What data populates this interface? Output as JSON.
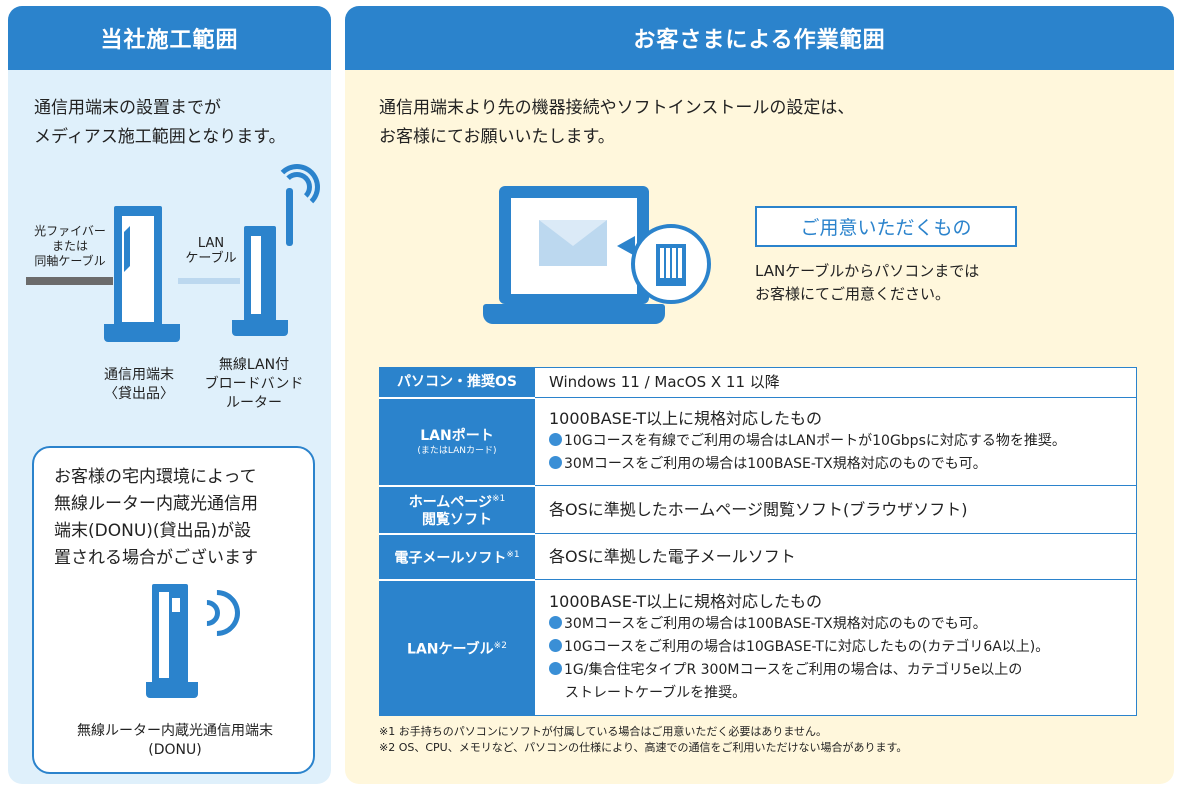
{
  "left": {
    "title": "当社施工範囲",
    "intro": [
      "通信用端末の設置までが",
      "メディアス施工範囲となります。"
    ],
    "cable_label": [
      "光ファイバー",
      "または",
      "同軸ケーブル"
    ],
    "lan_label": [
      "LAN",
      "ケーブル"
    ],
    "terminal_label": [
      "通信用端末",
      "〈貸出品〉"
    ],
    "router_label": [
      "無線LAN付",
      "ブロードバンド",
      "ルーター"
    ],
    "callout_text": [
      "お客様の宅内環境によって",
      "無線ルーター内蔵光通信用",
      "端末(DONU)(貸出品)が設",
      "置される場合がございます"
    ],
    "donu_label": [
      "無線ルーター内蔵光通信用端末",
      "(DONU)"
    ]
  },
  "right": {
    "title": "お客さまによる作業範囲",
    "intro": [
      "通信用端末より先の機器接続やソフトインストールの設定は、",
      "お客様にてお願いいたします。"
    ],
    "prep_title": "ご用意いただくもの",
    "prep_text": [
      "LANケーブルからパソコンまでは",
      "お客様にてご用意ください。"
    ],
    "table": {
      "r1": {
        "head": "パソコン・推奨OS",
        "value": "Windows 11 / MacOS X 11 以降"
      },
      "r2": {
        "head": "LANポート",
        "sub": "(またはLANカード)",
        "main": "1000BASE-T以上に規格対応したもの",
        "b1": "10Gコースを有線でご利用の場合はLANポートが10Gbpsに対応する物を推奨。",
        "b2": "30Mコースをご利用の場合は100BASE-TX規格対応のものでも可。"
      },
      "r3": {
        "head1": "ホームページ",
        "sup": "※1",
        "head2": "閲覧ソフト",
        "value": "各OSに準拠したホームページ閲覧ソフト(ブラウザソフト)"
      },
      "r4": {
        "head": "電子メールソフト",
        "sup": "※1",
        "value": "各OSに準拠した電子メールソフト"
      },
      "r5": {
        "head": "LANケーブル",
        "sup": "※2",
        "main": "1000BASE-T以上に規格対応したもの",
        "b1": "30Mコースをご利用の場合は100BASE-TX規格対応のものでも可。",
        "b2": "10Gコースをご利用の場合は10GBASE-Tに対応したもの(カテゴリ6A以上)。",
        "b3": "1G/集合住宅タイプR 300Mコースをご利用の場合は、カテゴリ5e以上の",
        "b3b": "ストレートケーブルを推奨。"
      }
    },
    "notes": [
      "※1 お手持ちのパソコンにソフトが付属している場合はご用意いただく必要はありません。",
      "※2 OS、CPU、メモリなど、パソコンの仕様により、高速での通信をご利用いただけない場合があります。"
    ]
  }
}
